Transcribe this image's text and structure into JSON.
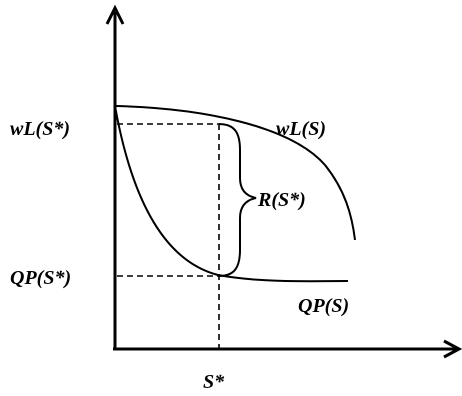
{
  "diagram": {
    "y_labels": {
      "upper_tick": "wL(S*)",
      "lower_tick": "QP(S*)"
    },
    "x_labels": {
      "tick": "S*"
    },
    "curves": {
      "upper_curve": "wL(S)",
      "lower_curve": "QP(S)"
    },
    "brace_label": "R(S*)",
    "colors": {
      "ink": "#000000",
      "background": "#ffffff"
    }
  }
}
